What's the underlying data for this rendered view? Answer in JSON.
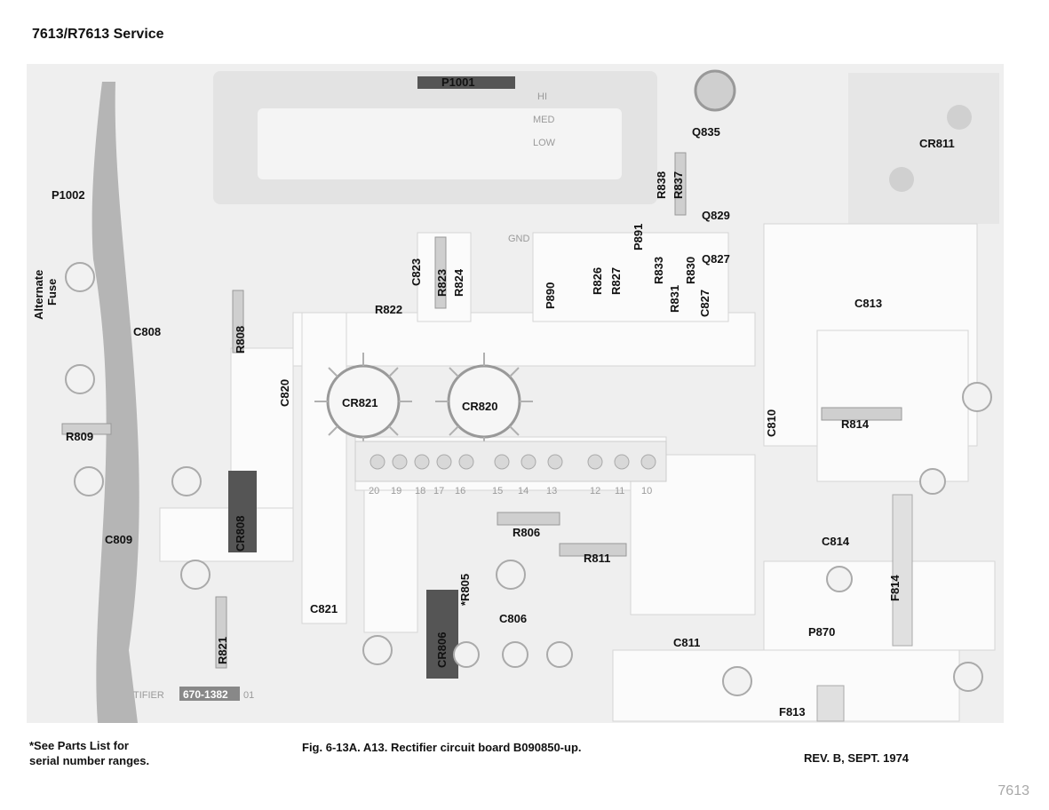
{
  "header": "7613/R7613 Service",
  "board": {
    "labels": {
      "P1001": "P1001",
      "P1002": "P1002",
      "alt_fuse_1": "Alternate",
      "alt_fuse_2": "Fuse",
      "C808": "C808",
      "R808": "R808",
      "R809": "R809",
      "C809": "C809",
      "CR808": "CR808",
      "R821": "R821",
      "C820": "C820",
      "C821": "C821",
      "CR821": "CR821",
      "CR820": "CR820",
      "C823": "C823",
      "R823": "R823",
      "R824": "R824",
      "R822": "R822",
      "P890": "P890",
      "R826": "R826",
      "R827": "R827",
      "R833": "R833",
      "R831": "R831",
      "R830": "R830",
      "C827": "C827",
      "P891": "P891",
      "R838": "R838",
      "R837": "R837",
      "Q835": "Q835",
      "Q829": "Q829",
      "Q827": "Q827",
      "CR811": "CR811",
      "C813": "C813",
      "C810": "C810",
      "R814": "R814",
      "C814": "C814",
      "F814": "F814",
      "R806": "R806",
      "R811": "R811",
      "R805": "*R805",
      "C806": "C806",
      "CR806": "CR806",
      "C811": "C811",
      "P870": "P870",
      "F813": "F813",
      "GND": "GND",
      "HI": "HI",
      "MED": "MED",
      "LOW": "LOW",
      "part_number": "670-1382",
      "part_rev": "01",
      "rectifier_text": "TIFIER"
    },
    "pin_numbers": [
      "20",
      "19",
      "18",
      "17",
      "16",
      "15",
      "14",
      "13",
      "12",
      "11",
      "10"
    ]
  },
  "footer": {
    "note_line1": "*See Parts List for",
    "note_line2": "serial number ranges.",
    "caption": "Fig. 6-13A.  A13. Rectifier circuit board B090850-up.",
    "revision": "REV. B, SEPT. 1974",
    "page_number": "7613"
  }
}
